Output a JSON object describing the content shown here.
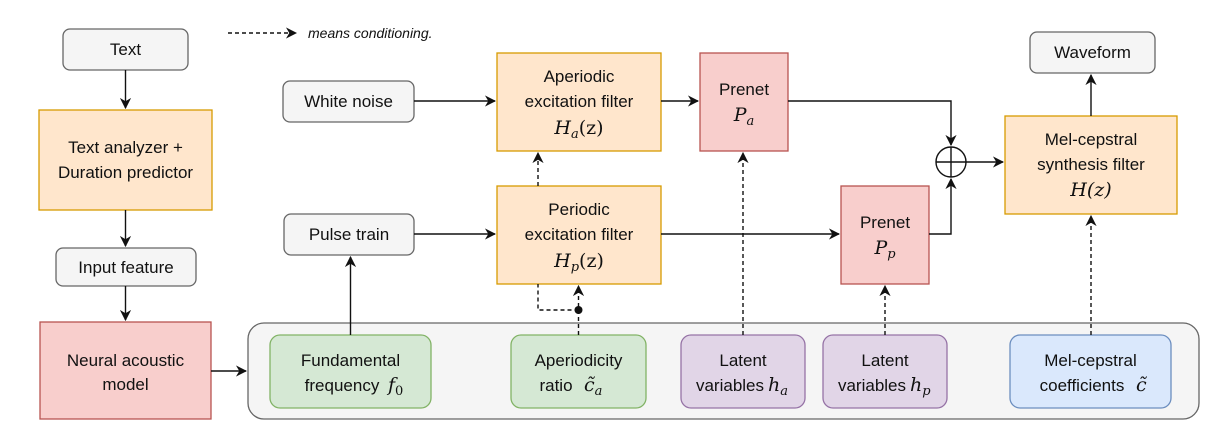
{
  "legend": {
    "text": "means conditioning."
  },
  "nodes": {
    "text_input": {
      "label": "Text"
    },
    "text_analyzer": {
      "line1": "Text analyzer +",
      "line2": "Duration predictor"
    },
    "input_feature": {
      "label": "Input feature"
    },
    "neural_model": {
      "line1": "Neural acoustic",
      "line2": "model"
    },
    "white_noise": {
      "label": "White noise"
    },
    "pulse_train": {
      "label": "Pulse train"
    },
    "aperiodic_filter": {
      "line1": "Aperiodic",
      "line2": "excitation filter",
      "math": "H",
      "math_sub": "a",
      "math_tail": "(z)"
    },
    "periodic_filter": {
      "line1": "Periodic",
      "line2": "excitation filter",
      "math": "H",
      "math_sub": "p",
      "math_tail": "(z)"
    },
    "prenet_a": {
      "label": "Prenet",
      "math": "P",
      "math_sub": "a"
    },
    "prenet_p": {
      "label": "Prenet",
      "math": "P",
      "math_sub": "p"
    },
    "sum_node": {
      "symbol": "+"
    },
    "mcep_filter": {
      "line1": "Mel-cepstral",
      "line2": "synthesis filter",
      "math": "H(z)"
    },
    "waveform": {
      "label": "Waveform"
    },
    "f0": {
      "line1": "Fundamental",
      "line2": "frequency",
      "math": "f",
      "math_sub": "0"
    },
    "ap_ratio": {
      "line1": "Aperiodicity",
      "line2": "ratio",
      "math": "c̃",
      "math_sub": "a"
    },
    "latent_a": {
      "line1": "Latent",
      "line2": "variables",
      "math": "h",
      "math_sub": "a"
    },
    "latent_p": {
      "line1": "Latent",
      "line2": "variables",
      "math": "h",
      "math_sub": "p"
    },
    "mcep_coef": {
      "line1": "Mel-cepstral",
      "line2": "coefficients",
      "math": "c̃"
    }
  },
  "colors": {
    "gray_fill": "#f5f5f5",
    "gray_stroke": "#666666",
    "orange_fill": "#ffe6cc",
    "orange_stroke": "#d79b00",
    "red_fill": "#f8cecc",
    "red_stroke": "#b85450",
    "green_fill": "#d5e8d4",
    "green_stroke": "#82b366",
    "purple_fill": "#e1d5e7",
    "purple_stroke": "#9673a6",
    "blue_fill": "#dae8fc",
    "blue_stroke": "#6c8ebf"
  }
}
